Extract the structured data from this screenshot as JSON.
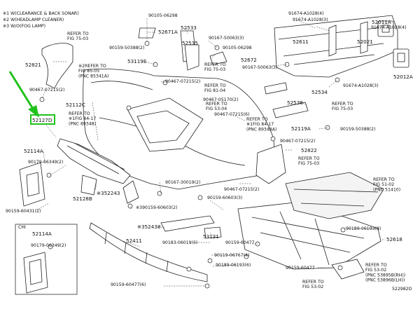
{
  "notes": [
    "※1 W(CLEARANCE & BACK SONAR)",
    "※2 W(HEADLAMP CLEANER)",
    "※3 W/O(FOG LAMP)"
  ],
  "refs": {
    "fig_75_03": "REFER TO\nFIG 75-03",
    "fig_85_05": "※2REFER TO\nFIG 85-05\n(PNC 85341A)",
    "fig_84_17a": "REFER TO\n※1FIG 84-17\n(PNC 89348)",
    "fig_81_04": "REFER TO\nFIG 81-04",
    "fig_53_04": "REFER TO\nFIG 53-04",
    "fig_84_17b": "REFER TO\n※1FIG 84-17\n(PNC 89348A)",
    "fig_75_03b": "REFER TO\nFIG 75-03",
    "fig_75_03c": "REFER TO\nFIG 75-03",
    "fig_75_03d": "REFER TO\nFIG 75-03",
    "fig_51_02": "REFER TO\nFIG 51-02\n(PNC 51410)",
    "fig_53_02a": "REFER TO\nFIG 53-02\n(PNC 53895B(RH))\n(PNC 53896B(LH))",
    "fig_53_02b": "REFER TO\nFIG 53-02"
  },
  "parts": {
    "p90105_06298a": "90105-06298",
    "p52671a": "52671A",
    "p52533": "52533",
    "p90159_50388_2a": "90159-50388(2)",
    "p52535": "52535",
    "p90105_06298b": "90105-06298",
    "p90167_50063_3a": "90167-50063(3)",
    "p52672": "52672",
    "p91674_A1028_4a": "91674-A1028(4)",
    "p91674_A1028_3a": "91674-A1028(3)",
    "p52011A": "52011A",
    "p91674_A1028_4b": "91674-A1028(4)",
    "p52611": "52611",
    "p52021": "52021",
    "p52821": "52821",
    "p53119E": "53119E",
    "p90167_50063_3b": "90167-50063(3)",
    "p52012A": "52012A",
    "p90467_07215_2a": "90467-07215(2)",
    "p90467_07215_2b": "90467-07215(2)",
    "p91674_A1028_3b": "91674-A1028(3)",
    "p52534": "52534",
    "p90467_05170_2": "90467-05170(2)",
    "p52112C": "52112C",
    "p52127D": "52127D",
    "p90467_07215_6": "90467-07215(6)",
    "p52536": "52536",
    "p52119A": "52119A",
    "p90159_50388_2b": "90159-50388(2)",
    "p90467_07215_2c": "90467-07215(2)",
    "p52114A": "52114A",
    "p52822": "52822",
    "p90179_06349_2a": "90179-06349(2)",
    "p52243": "※352243",
    "p52128B": "52128B",
    "p90167_30019_2": "90167-30019(2)",
    "p90467_07215_2d": "90467-07215(2)",
    "p90159_60431_2": "90159-60431(2)",
    "p90159_60603_2": "※390159-60603(2)",
    "p90159_60603_3": "90159-60603(3)",
    "p52438": "※352438",
    "p90189_06193_8": "90189-06193(8)",
    "chi": "CHI",
    "p52114A_b": "52114A",
    "p90179_06349_2b": "90179-06349(2)",
    "p53121": "53121",
    "p90183_06019_6": "90183-06019(6)",
    "p90159_60477a": "90159-60477",
    "p52411": "52411",
    "p90119_06767_4": "90119-06767(4)",
    "p90189_06193_6": "90189-06193(6)",
    "p52618": "52618",
    "p90159_60477b": "90159-60477",
    "p90159_60477_6": "90159-60477(6)",
    "catalog_id": "522982D"
  }
}
